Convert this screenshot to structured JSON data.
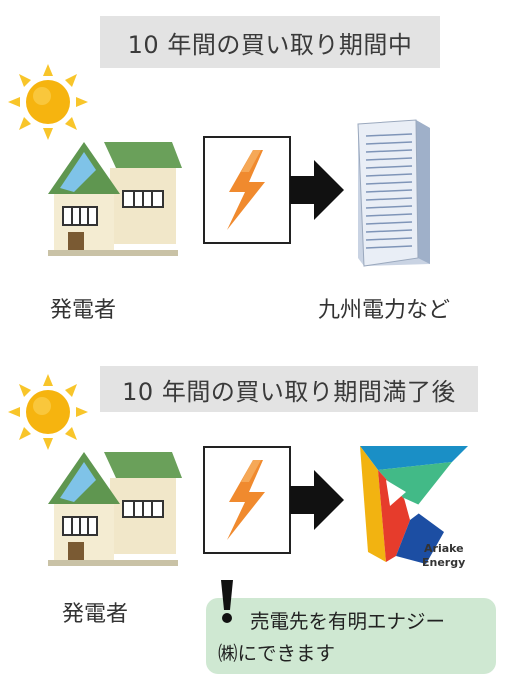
{
  "section_before": {
    "banner": "10 年間の買い取り期間中",
    "generator_label": "発電者",
    "buyer_label": "九州電力など"
  },
  "section_after": {
    "banner": "10 年間の買い取り期間満了後",
    "generator_label": "発電者",
    "buyer_logo_text": [
      "Ariake",
      "Energy"
    ]
  },
  "note": {
    "line1": "売電先を有明エナジー",
    "line2": "㈱にできます"
  },
  "colors": {
    "banner_bg": "#e3e3e3",
    "note_bg": "#cfe8d2",
    "sun": "#f6b40f",
    "roof": "#6aa05a",
    "bolt": "#f08a2e",
    "arrow": "#111111"
  },
  "icons": [
    "sun-icon",
    "house-icon",
    "lightning-bolt-icon",
    "arrow-right-icon",
    "office-building-icon",
    "company-logo",
    "exclamation-icon"
  ]
}
